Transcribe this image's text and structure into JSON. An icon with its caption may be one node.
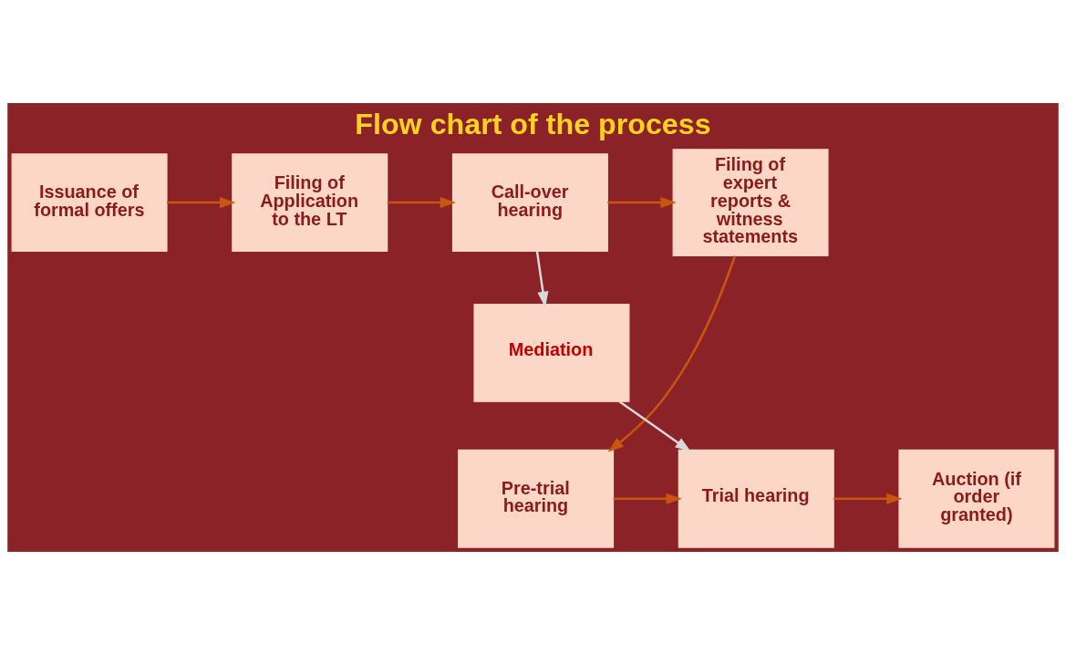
{
  "diagram": {
    "title": "Flow chart of the process",
    "nodes": [
      {
        "text": [
          "Issuance of formal offers"
        ]
      },
      {
        "text": [
          "Filing of Application to the LT"
        ]
      },
      {
        "text": [
          "Call-over hearing"
        ]
      },
      {
        "text": [
          "Filing of expert reports & witness statements"
        ]
      },
      {
        "text": [
          "Mediation"
        ]
      },
      {
        "text": [
          "Auction (if order granted)"
        ]
      },
      {
        "text": [
          "Trial hearing"
        ]
      },
      {
        "text": [
          "Pre-trial hearing"
        ]
      }
    ],
    "edges": [
      {
        "from": 0,
        "to": 1,
        "arrow": "to"
      },
      {
        "from": 1,
        "to": 2,
        "arrow": "to"
      },
      {
        "from": 2,
        "to": 3,
        "arrow": "to"
      },
      {
        "from": 2,
        "to": 4,
        "arrow": "to",
        "color": "#d9d9d9"
      },
      {
        "from": 3,
        "to": 7,
        "arrow": "to"
      },
      {
        "from": 4,
        "to": 6,
        "arrow": "to",
        "color": "#d9d9d9"
      },
      {
        "from": 7,
        "to": 6,
        "arrow": "to"
      },
      {
        "from": 6,
        "to": 5,
        "arrow": "to"
      }
    ]
  }
}
